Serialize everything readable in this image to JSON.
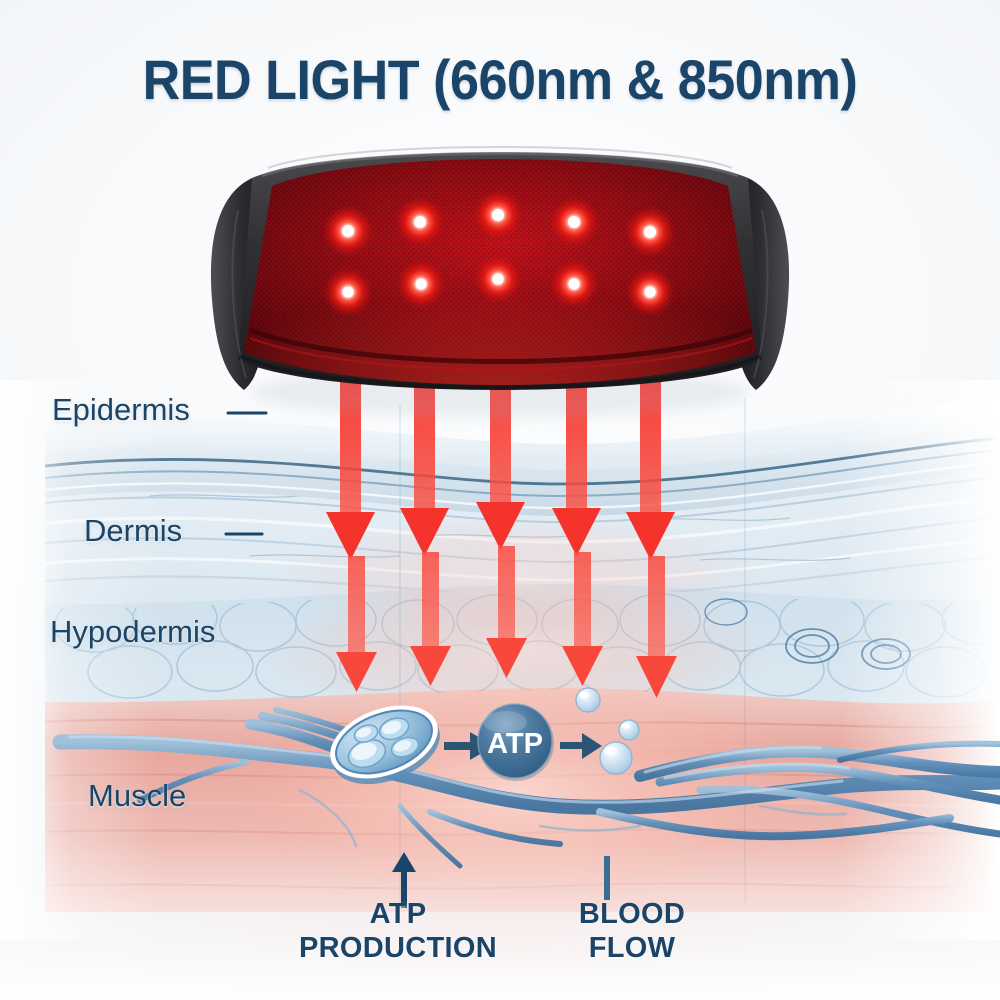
{
  "title": "RED LIGHT (660nm & 850nm)",
  "colors": {
    "title_navy": "#1b4568",
    "beam_red": "#f4342c",
    "led_red": "#ff2a20",
    "panel_dark_red": "#7e0d12",
    "device_black": "#2b2b2d",
    "atp_blue": "#4a7396",
    "vessel_blue": "#6d9cc4",
    "muscle_pink": "#e8a79e",
    "dermis_blue": "#c3d5e2",
    "background": "#f8f9fb"
  },
  "device": {
    "name": "red-light-therapy-belt",
    "led_rows": 2,
    "led_columns": 5,
    "led_count": 10
  },
  "beams": {
    "count": 10,
    "shallow_count": 5,
    "deep_count": 5
  },
  "layers": [
    {
      "label": "Epidermis",
      "leader": true
    },
    {
      "label": "Dermis",
      "leader": true
    },
    {
      "label": "Hypodermis",
      "leader": false
    },
    {
      "label": "Muscle",
      "leader": false
    }
  ],
  "biology": {
    "mitochondrion_label": "",
    "atp_label": "ATP",
    "arrow_1": "arrow-right",
    "arrow_2": "arrow-right",
    "bubble_count": 3
  },
  "callouts": [
    {
      "line1": "ATP",
      "line2": "PRODUCTION",
      "leader": "arrow-up"
    },
    {
      "line1": "BLOOD",
      "line2": "FLOW",
      "leader": "line"
    }
  ]
}
